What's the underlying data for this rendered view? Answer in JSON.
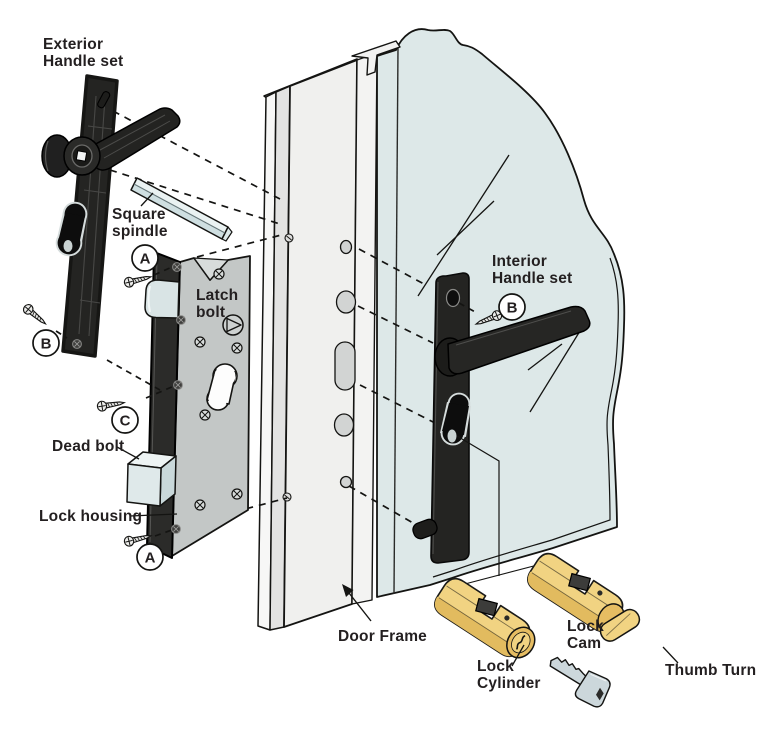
{
  "diagram": {
    "type": "exploded-parts-diagram",
    "subject": "Door lock hardware assembly",
    "labels": {
      "exterior_handle_set": {
        "line1": "Exterior",
        "line2": "Handle set"
      },
      "square_spindle": {
        "line1": "Square",
        "line2": "spindle"
      },
      "latch_bolt": {
        "line1": "Latch",
        "line2": "bolt"
      },
      "dead_bolt": {
        "text": "Dead bolt"
      },
      "lock_housing": {
        "text": "Lock housing"
      },
      "door_frame": {
        "text": "Door Frame"
      },
      "interior_handle_set": {
        "line1": "Interior",
        "line2": "Handle set"
      },
      "lock_cylinder": {
        "line1": "Lock",
        "line2": "Cylinder"
      },
      "lock_cam": {
        "line1": "Lock",
        "line2": "Cam"
      },
      "thumb_turn": {
        "text": "Thumb Turn"
      }
    },
    "callouts": {
      "screw_a": "A",
      "screw_b": "B",
      "screw_c": "C"
    },
    "colors": {
      "background": "#ffffff",
      "line": "#141412",
      "text": "#231f20",
      "handle_black": "#242422",
      "metal_grey": "#c3c7c6",
      "steel_blue": "#dce7e8",
      "glass": "#dde8e8",
      "brass": "#f1d382",
      "brass_shade": "#e2bb5f",
      "key_grey": "#ccd7db",
      "frame_white": "#f0f0ee"
    }
  }
}
